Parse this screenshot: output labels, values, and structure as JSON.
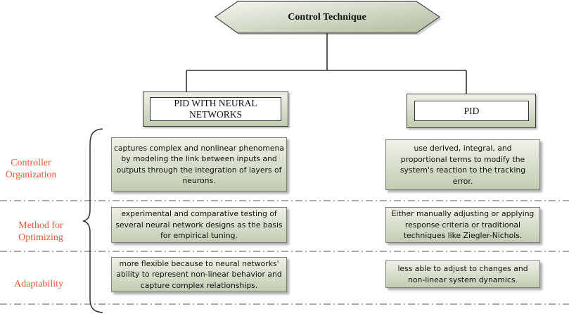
{
  "root": {
    "label": "Control Technique"
  },
  "columns": [
    {
      "lines": [
        "PID WITH NEURAL",
        "NETWORKS"
      ]
    },
    {
      "lines": [
        "PID"
      ]
    }
  ],
  "rows": [
    {
      "label_lines": [
        "Controller",
        "Organization"
      ],
      "cells": [
        {
          "lines": [
            "captures complex and nonlinear phenomena",
            "by modeling the link between inputs and",
            "outputs through the integration of layers of",
            "neurons."
          ]
        },
        {
          "lines": [
            "use derived, integral, and",
            "proportional terms to modify the",
            "system's reaction to the tracking",
            "error."
          ]
        }
      ]
    },
    {
      "label_lines": [
        "Method for",
        "Optimizing"
      ],
      "cells": [
        {
          "lines": [
            "experimental and comparative testing of",
            "several neural network designs as the basis",
            "for empirical tuning."
          ]
        },
        {
          "lines": [
            "Either manually adjusting or applying",
            "response criteria or traditional",
            "techniques like Ziegler-Nichols."
          ]
        }
      ]
    },
    {
      "label_lines": [
        "Adaptability"
      ],
      "cells": [
        {
          "lines": [
            "more flexible because to neural networks'",
            "ability to represent non-linear behavior and",
            "capture complex relationships."
          ]
        },
        {
          "lines": [
            "less able to adjust to changes and",
            "non-linear system dynamics."
          ]
        }
      ]
    }
  ],
  "colors": {
    "label": "#e2593b",
    "box_light": "#eef1e7",
    "box_dark": "#c2ccb2",
    "border": "#7d8277",
    "line": "#333333",
    "hex_light": "#f6f8f2",
    "hex_dark": "#aebb9c"
  }
}
